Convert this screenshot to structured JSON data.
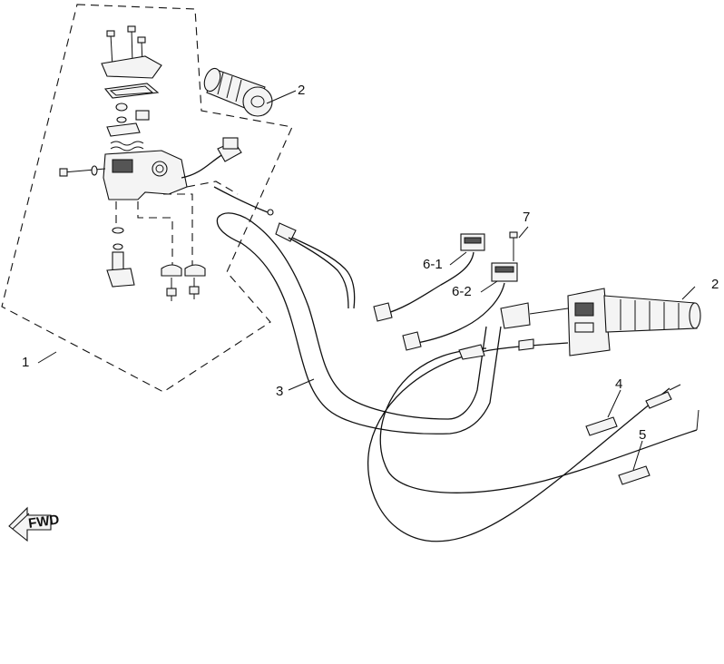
{
  "labels": {
    "l1": "1",
    "l2a": "2",
    "l2b": "2",
    "l3": "3",
    "l4": "4",
    "l5": "5",
    "l61": "6-1",
    "l62": "6-2",
    "l7": "7"
  },
  "fwd_arrow": {
    "text": "FWD"
  }
}
